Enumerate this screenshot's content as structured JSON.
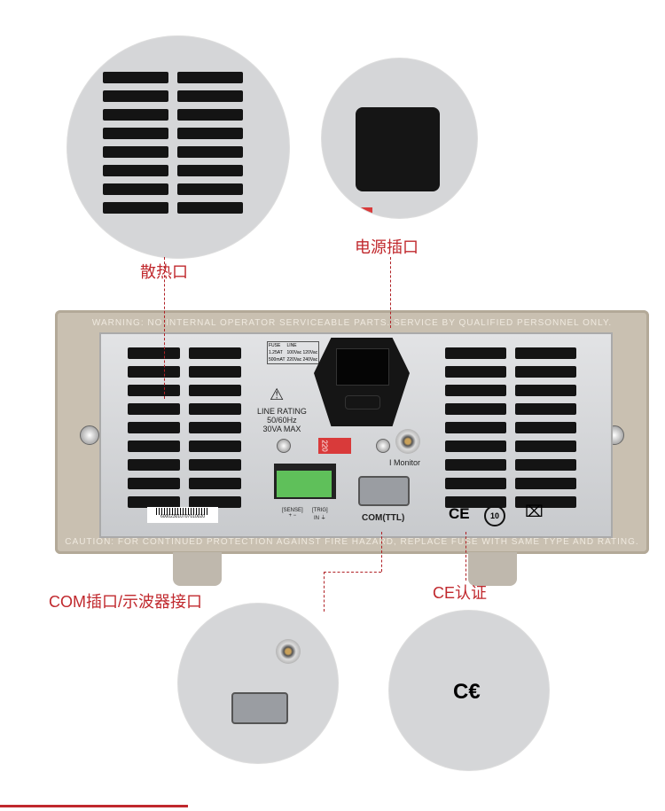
{
  "labels": {
    "vent": "散热口",
    "power": "电源插口",
    "com": "COM插口/示波器接口",
    "ce": "CE认证"
  },
  "panel": {
    "warning": "WARNING:  NO INTERNAL OPERATOR SERVICEABLE PARTS. SERVICE BY QUALIFIED PERSONNEL ONLY.",
    "caution": "CAUTION:  FOR CONTINUED PROTECTION AGAINST FIRE HAZARD, REPLACE FUSE WITH SAME TYPE AND RATING.",
    "fuse_table": [
      [
        "FUSE",
        "LINE"
      ],
      [
        "1.25AT",
        "100Vac 120Vac"
      ],
      [
        "500mAT",
        "220Vac 240Vac"
      ]
    ],
    "line_rating": [
      "LINE RATING",
      "50/60Hz",
      "30VA MAX"
    ],
    "voltage_switch": "220",
    "i_monitor": "I Monitor",
    "com_port": "COM(TTL)",
    "sense": "[SENSE]",
    "sense_pins": "+   −",
    "trig": "[TRIG]",
    "trig_pins": "IN  ⏚",
    "barcode": "600023010707010020",
    "ce": "CE",
    "rohs": "10"
  },
  "colors": {
    "accent": "#c0282d"
  }
}
